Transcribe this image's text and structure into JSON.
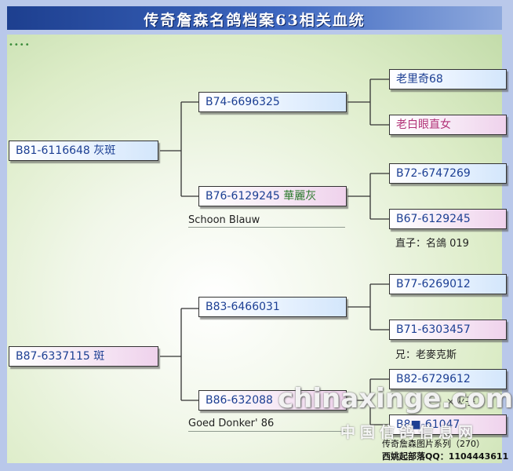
{
  "title": "传奇詹森名鸽档案63相关血统",
  "pedigree": {
    "gen1": [
      {
        "ring": "B81-6116648",
        "note": "灰斑"
      },
      {
        "ring": "B87-6337115",
        "note": "斑"
      }
    ],
    "gen2": [
      {
        "ring": "B74-6696325",
        "note": ""
      },
      {
        "ring": "B76-6129245",
        "note": "華麗灰"
      },
      {
        "ring": "B83-6466031",
        "note": ""
      },
      {
        "ring": "B86-632088",
        "note": ""
      }
    ],
    "gen3": [
      {
        "ring": "老里奇68"
      },
      {
        "ring": "老白眼直女"
      },
      {
        "ring": "B72-6747269"
      },
      {
        "ring": "B67-6129245"
      },
      {
        "ring": "B77-6269012"
      },
      {
        "ring": "B71-6303457"
      },
      {
        "ring": "B82-6729612"
      },
      {
        "ring": "B8■-61047"
      }
    ],
    "notes": {
      "schoon": "Schoon Blauw",
      "son": "直子：名鴿 019",
      "brother": "兄：老麥克斯",
      "donker": "Goed Donker' 86",
      "partial": "×火子"
    }
  },
  "watermark": {
    "site": "chinaxinge.com",
    "cn": "中国信鸽信息网",
    "series": "传奇詹森图片系列（270）",
    "qq": "西姚起部落QQ：1104443611"
  }
}
